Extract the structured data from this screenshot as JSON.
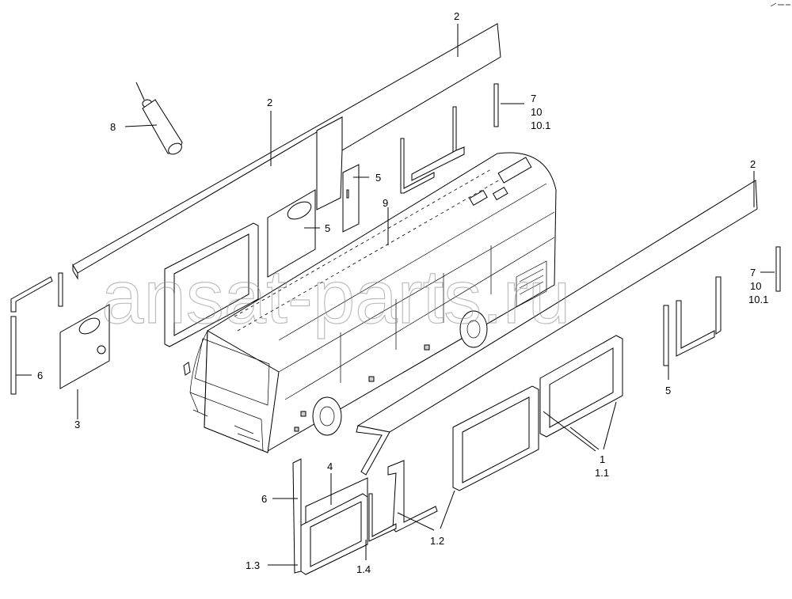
{
  "watermark": "ansat-parts.ru",
  "callouts": {
    "c2a": "2",
    "c2b": "2",
    "c2c": "2",
    "c8": "8",
    "c7a": "7",
    "c10a": "10",
    "c101a": "10.1",
    "c5a": "5",
    "c5b": "5",
    "c9": "9",
    "c6a": "6",
    "c3": "3",
    "c7b": "7",
    "c10b": "10",
    "c101b": "10.1",
    "c5c": "5",
    "c1": "1",
    "c11": "1.1",
    "c4": "4",
    "c6b": "6",
    "c12": "1.2",
    "c13": "1.3",
    "c14": "1.4"
  }
}
